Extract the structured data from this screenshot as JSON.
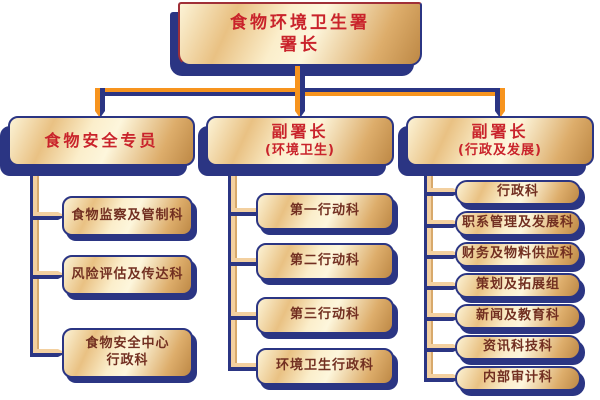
{
  "chart": {
    "type": "org-chart",
    "root": {
      "line1": "食物环境卫生署",
      "line2": "署长"
    },
    "branches": [
      {
        "title": "食物安全专员",
        "subtitle": "",
        "children": [
          {
            "line1": "食物监察及管制科"
          },
          {
            "line1": "风险评估及传达科"
          },
          {
            "line1": "食物安全中心",
            "line2": "行政科"
          }
        ]
      },
      {
        "title": "副署长",
        "subtitle": "(环境卫生)",
        "children": [
          {
            "line1": "第一行动科"
          },
          {
            "line1": "第二行动科"
          },
          {
            "line1": "第三行动科"
          },
          {
            "line1": "环境卫生行政科"
          }
        ]
      },
      {
        "title": "副署长",
        "subtitle": "(行政及发展)",
        "children": [
          {
            "line1": "行政科"
          },
          {
            "line1": "职系管理及发展科"
          },
          {
            "line1": "财务及物料供应科"
          },
          {
            "line1": "策划及拓展组"
          },
          {
            "line1": "新闻及教育科"
          },
          {
            "line1": "资讯科技科"
          },
          {
            "line1": "内部审计科"
          }
        ]
      }
    ],
    "colors": {
      "navy": "#2B3583",
      "orange": "#F7941E",
      "gold_light": "#FCF3D6",
      "gold_dark": "#BD8845",
      "cream_connector": "#F3D0A0",
      "red_text": "#C9232B",
      "maroon_text": "#722F21"
    }
  }
}
